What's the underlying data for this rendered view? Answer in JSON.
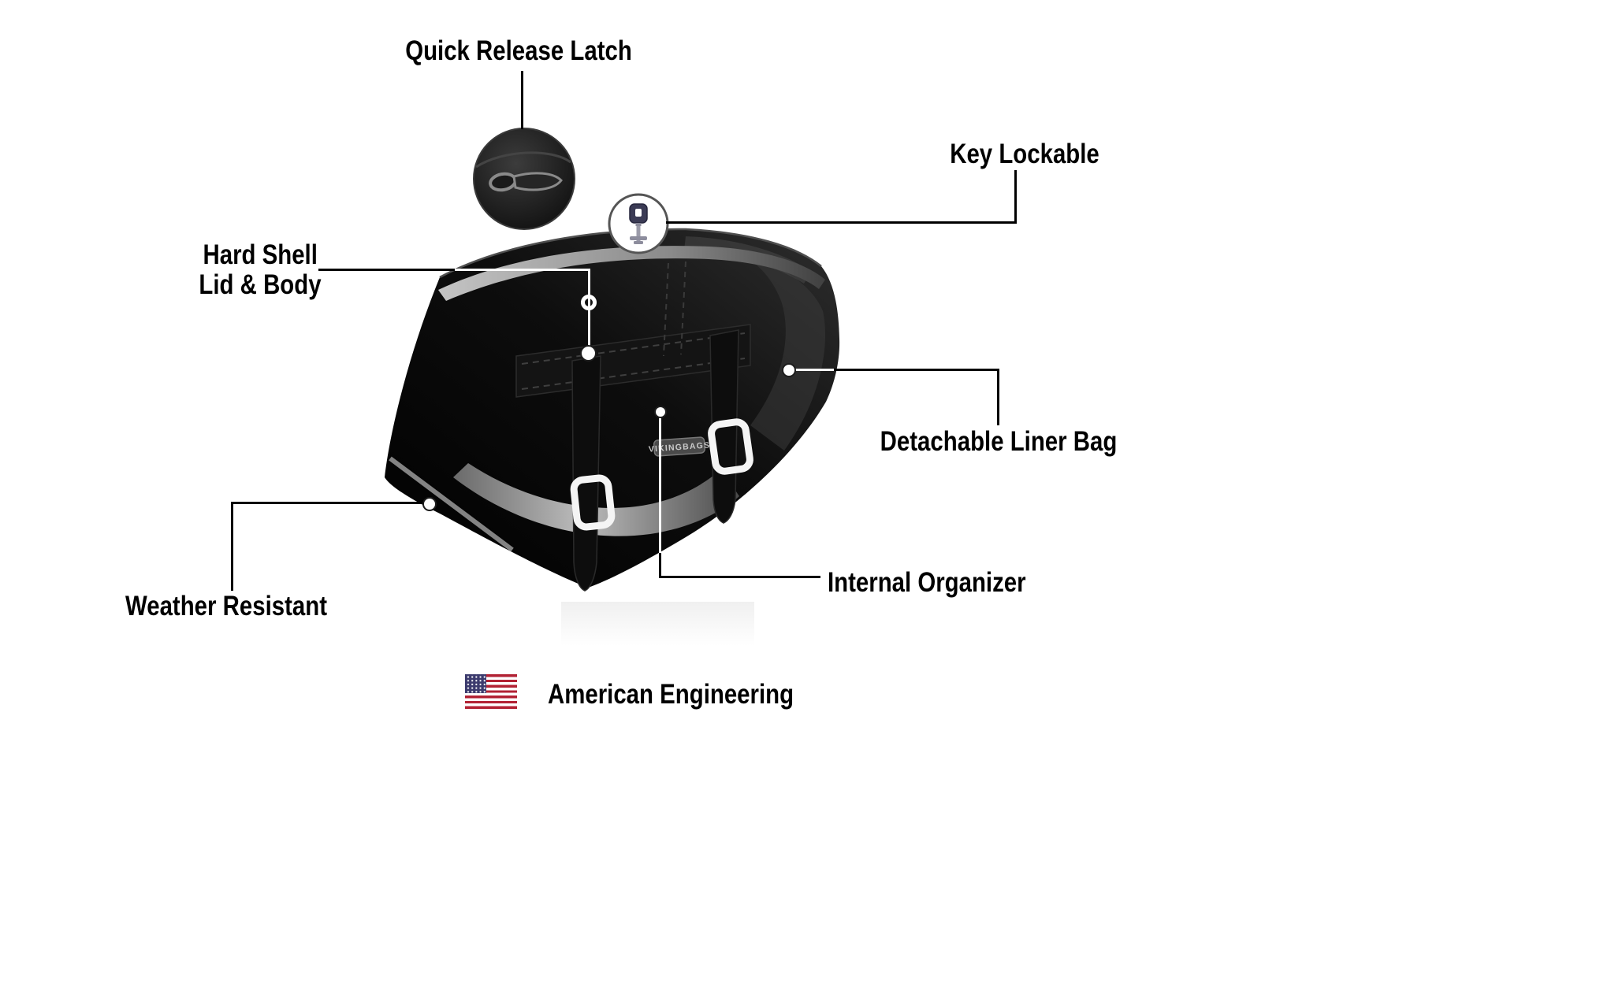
{
  "labels": {
    "quick_release_latch": "Quick Release Latch",
    "key_lockable": "Key Lockable",
    "hard_shell_line1": "Hard Shell",
    "hard_shell_line2": "Lid & Body",
    "detachable_liner_bag": "Detachable Liner Bag",
    "weather_resistant": "Weather Resistant",
    "internal_organizer": "Internal Organizer",
    "american_engineering": "American Engineering",
    "logo": "VIKINGBAGS"
  },
  "icons": {
    "flag": "us-flag-icon",
    "key": "key-icon",
    "latch": "quick-release-latch-icon"
  },
  "colors": {
    "background": "#ffffff",
    "text": "#000000",
    "connector_line": "#000000",
    "bag_black": "#0a0a0a",
    "trim_gray": "#9a9a9a",
    "buckle_white": "#f4f4f4",
    "flag_red": "#B22234",
    "flag_blue": "#3C3B6E"
  }
}
